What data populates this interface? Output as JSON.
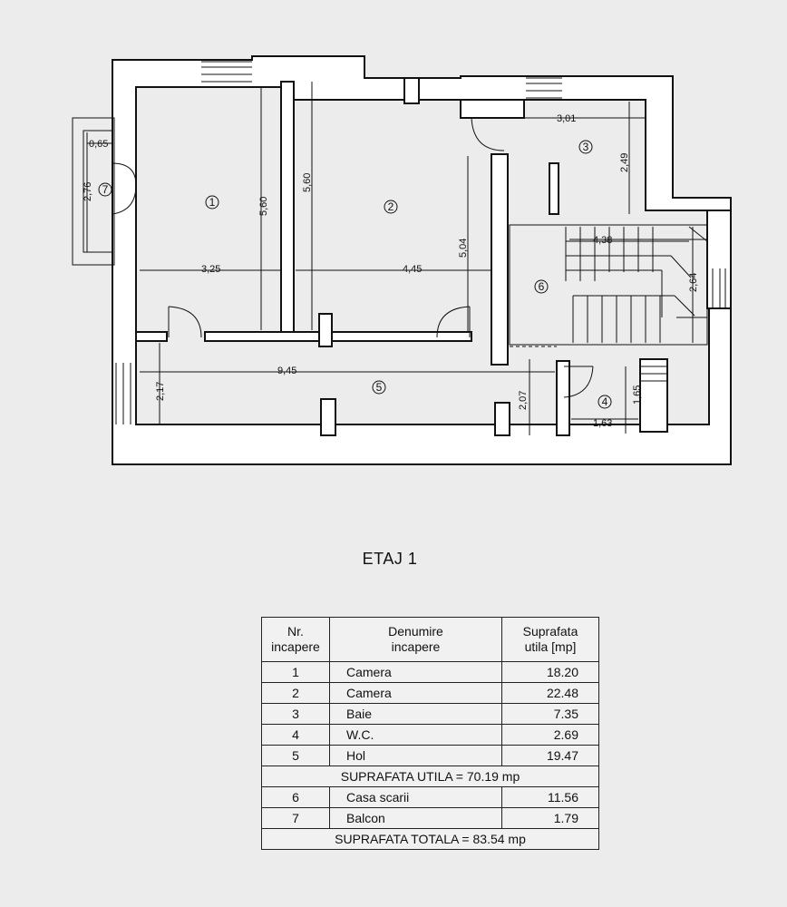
{
  "plan": {
    "rooms": [
      {
        "id": "1"
      },
      {
        "id": "2"
      },
      {
        "id": "3"
      },
      {
        "id": "4"
      },
      {
        "id": "5"
      },
      {
        "id": "6"
      },
      {
        "id": "7"
      }
    ],
    "dimensions": {
      "d065": "0,65",
      "d276": "2,76",
      "d560a": "5,60",
      "d560b": "5,60",
      "d301": "3,01",
      "d249": "2,49",
      "d438": "4,38",
      "d264": "2,64",
      "d504": "5,04",
      "d325": "3,25",
      "d445": "4,45",
      "d945": "9,45",
      "d217": "2,17",
      "d207": "2,07",
      "d165": "1,65",
      "d163": "1,63"
    }
  },
  "title": "ETAJ 1",
  "table": {
    "headers": {
      "nr_1": "Nr.",
      "nr_2": "incapere",
      "name_1": "Denumire",
      "name_2": "incapere",
      "area_1": "Suprafata",
      "area_2": "utila [mp]"
    },
    "rows": [
      {
        "nr": "1",
        "name": "Camera",
        "area": "18.20"
      },
      {
        "nr": "2",
        "name": "Camera",
        "area": "22.48"
      },
      {
        "nr": "3",
        "name": "Baie",
        "area": "7.35"
      },
      {
        "nr": "4",
        "name": "W.C.",
        "area": "2.69"
      },
      {
        "nr": "5",
        "name": "Hol",
        "area": "19.47"
      }
    ],
    "subtotal": "SUPRAFATA UTILA = 70.19 mp",
    "extra_rows": [
      {
        "nr": "6",
        "name": "Casa scarii",
        "area": "11.56"
      },
      {
        "nr": "7",
        "name": "Balcon",
        "area": "1.79"
      }
    ],
    "total": "SUPRAFATA TOTALA = 83.54 mp"
  }
}
